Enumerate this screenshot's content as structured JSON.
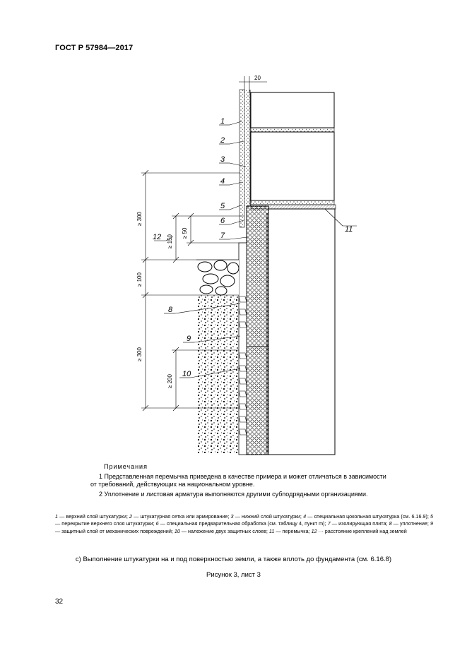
{
  "header": {
    "doc_code": "ГОСТ Р 57984—2017"
  },
  "drawing": {
    "dims": {
      "top_width": "20",
      "d300_upper": "≥ 300",
      "d150": "≥ 150",
      "d50": "≥ 50",
      "d100": "≥ 100",
      "d300_lower": "≥ 300",
      "d200": "≥ 200"
    },
    "callouts": [
      "1",
      "2",
      "3",
      "4",
      "5",
      "6",
      "7",
      "8",
      "9",
      "10",
      "11",
      "12"
    ]
  },
  "notes": {
    "title": "Примечания",
    "note1_line1": "1 Представленная перемычка приведена в качестве примера и может отличаться в зависимости",
    "note1_line2": "от требований, действующих на национальном уровне.",
    "note2": "2 Уплотнение и листовая арматура выполняются другими субподрядными организациями."
  },
  "legend": [
    {
      "n": "1",
      "t": " — верхний слой штукатурки; "
    },
    {
      "n": "2",
      "t": " — штукатурная сетка или армирование; "
    },
    {
      "n": "3",
      "t": " — нижний слой штукатурки; "
    },
    {
      "n": "4",
      "t": " — специальная цоколь­ная штукатурка (см. 6.16.9); "
    },
    {
      "n": "5",
      "t": " — перекрытие верхнего слоя штукатурки; "
    },
    {
      "n": "6",
      "t": " — специальная предварительная обработка (см. табли­цу 4, пункт m); "
    },
    {
      "n": "7",
      "t": " — изолирующая плита; "
    },
    {
      "n": "8",
      "t": " — уплотнение; "
    },
    {
      "n": "9",
      "t": " — защитный слой от механических повреждений; "
    },
    {
      "n": "10",
      "t": " — наложение двух защитных слоев; "
    },
    {
      "n": "11",
      "t": " — перемычка; "
    },
    {
      "n": "12",
      "t": " ··· расстояние креплений над землей"
    }
  ],
  "caption_c": "c) Выполнение штукатурки на и под поверхностью земли, а также вплоть до фундамента (см. 6.16.8)",
  "figure_caption": "Рисунок 3, лист 3",
  "page_number": "32"
}
